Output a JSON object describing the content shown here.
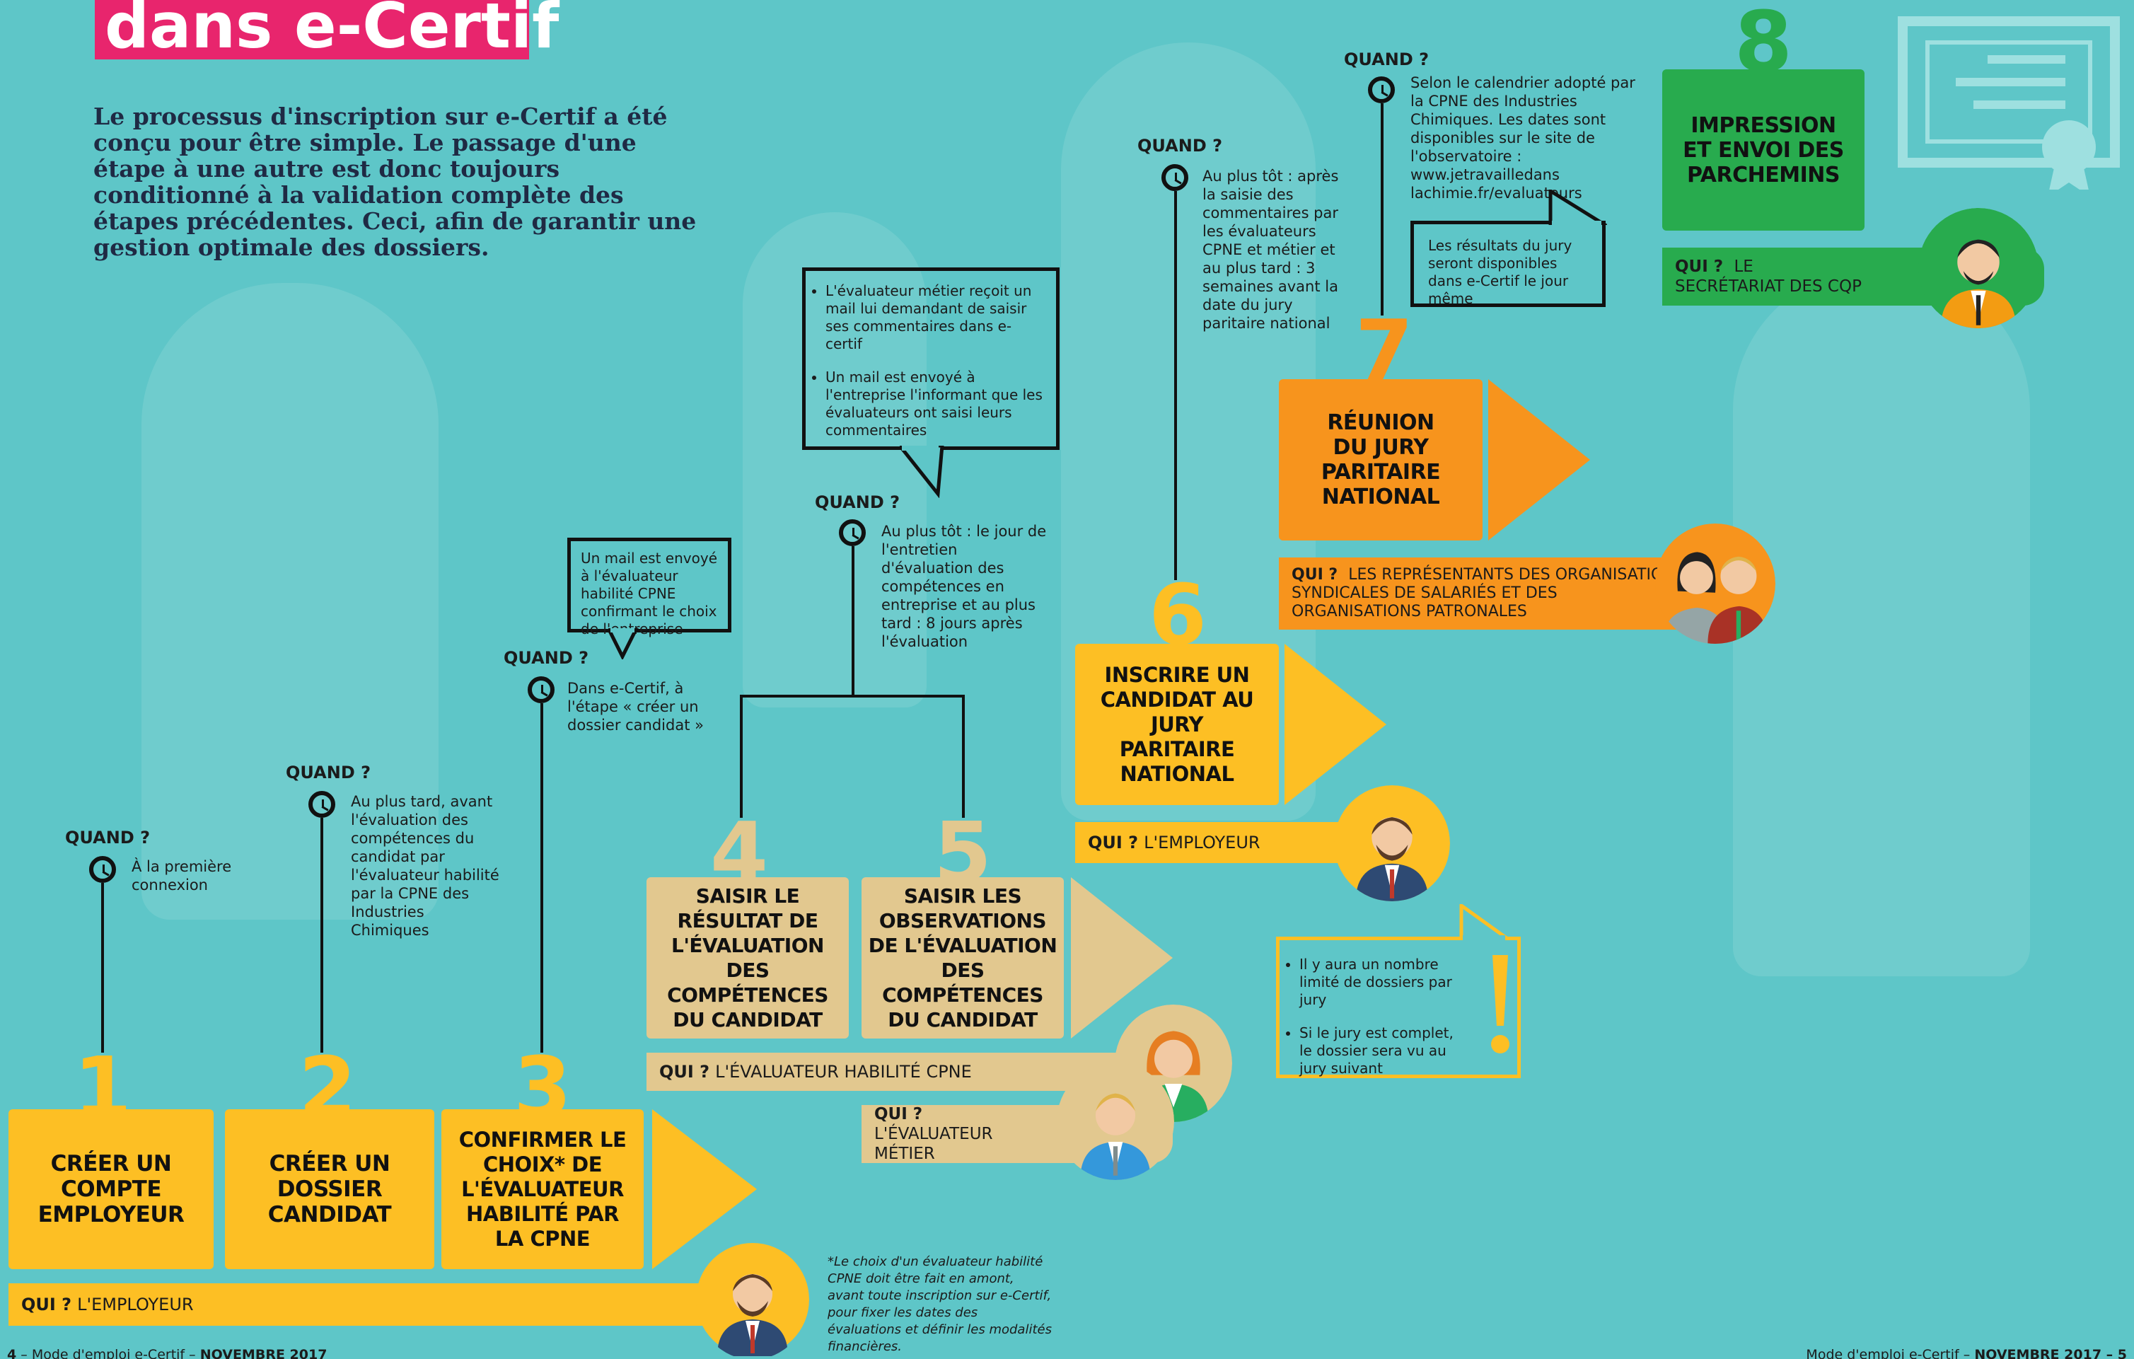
{
  "header": {
    "title_fragment": "dans e-Certif",
    "intro": "Le processus d'inscription sur e-Certif a été conçu pour être simple. Le passage d'une étape à une autre est donc toujours conditionné à la validation complète des étapes précédentes. Ceci, afin de garantir une gestion optimale des dossiers."
  },
  "labels": {
    "quand": "QUAND ?",
    "qui": "QUI ?"
  },
  "steps": [
    {
      "number": "1",
      "title": "CRÉER UN COMPTE EMPLOYEUR"
    },
    {
      "number": "2",
      "title": "CRÉER UN DOSSIER CANDIDAT"
    },
    {
      "number": "3",
      "title": "CONFIRMER LE CHOIX* DE L'ÉVALUATEUR HABILITÉ PAR LA CPNE"
    },
    {
      "number": "4",
      "title": "SAISIR LE RÉSULTAT DE L'ÉVALUATION DES COMPÉTENCES DU CANDIDAT"
    },
    {
      "number": "5",
      "title": "SAISIR LES OBSERVATIONS DE L'ÉVALUATION DES COMPÉTENCES DU CANDIDAT"
    },
    {
      "number": "6",
      "title": "INSCRIRE UN CANDIDAT AU JURY PARITAIRE NATIONAL"
    },
    {
      "number": "7",
      "title": "RÉUNION DU JURY PARITAIRE NATIONAL"
    },
    {
      "number": "8",
      "title": "IMPRESSION ET ENVOI DES PARCHEMINS"
    }
  ],
  "when": {
    "s1": "À la première connexion",
    "s2": "Au plus tard, avant l'évaluation des compétences du candidat par l'évaluateur habilité par la CPNE des Industries Chimiques",
    "s3": "Dans e-Certif, à l'étape « créer un dossier candidat »",
    "s45": "Au plus tôt : le jour de l'entretien d'évaluation des compétences en entreprise et au plus tard : 8 jours après l'évaluation",
    "s6": "Au plus tôt : après la saisie des commentaires par les évaluateurs CPNE et métier et au plus tard : 3 semaines avant la date du jury paritaire national",
    "s7": "Selon le calendrier adopté par la CPNE des Industries Chimiques. Les dates sont disponibles sur le site de l'observatoire : www.jetravailledans lachimie.fr/evaluateurs"
  },
  "who": {
    "employeur": "L'EMPLOYEUR",
    "evaluateur_cpne": "L'ÉVALUATEUR HABILITÉ CPNE",
    "evaluateur_metier": "L'ÉVALUATEUR MÉTIER",
    "representants": "LES REPRÉSENTANTS DES ORGANISATIONS SYNDICALES DE SALARIÉS ET DES ORGANISATIONS PATRONALES",
    "secretariat": "LE SECRÉTARIAT DES CQP"
  },
  "callouts": {
    "s3": "Un mail est envoyé à l'évaluateur habilité CPNE confirmant le choix de l'entreprise",
    "s45_a": "L'évaluateur métier reçoit un mail lui demandant de saisir ses commentaires dans e-certif",
    "s45_b": "Un mail est envoyé à l'entreprise l'informant que les évaluateurs ont saisi leurs commentaires",
    "s7": "Les résultats du jury seront disponibles dans e-Certif le jour même",
    "jury_a": "Il y aura un nombre limité de dossiers par jury",
    "jury_b": "Si le jury est complet, le dossier sera vu au jury suivant"
  },
  "footnote": "*Le choix d'un évaluateur habilité CPNE doit être fait en amont, avant toute inscription sur e-Certif, pour fixer les dates des évaluations et définir les modalités financières.",
  "footer": {
    "left_num": "4",
    "left_sep": " – Mode d'emploi e-Certif – ",
    "left_date": "NOVEMBRE 2017",
    "right_text": "Mode d'emploi e-Certif – ",
    "right_date": "NOVEMBRE 2017",
    "right_num": " – 5"
  },
  "colors": {
    "background": "#5ec6c8",
    "title_bg": "#e8256d",
    "yellow": "#fdbf24",
    "beige": "#e2c88f",
    "orange": "#f7941d",
    "green": "#28ab4e"
  },
  "icons": [
    "clock-icon",
    "certificate-icon",
    "exclamation-icon",
    "person-avatar"
  ]
}
